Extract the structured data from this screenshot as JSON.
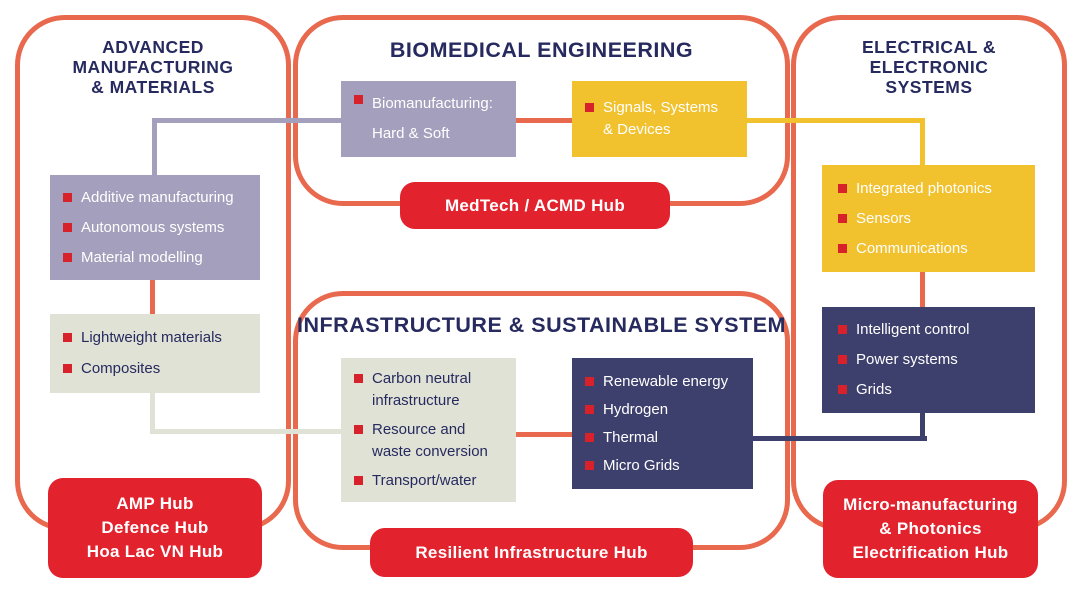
{
  "colors": {
    "coral": "#E8694D",
    "red": "#E2232E",
    "bullet": "#D7222C",
    "yellow": "#F1C12E",
    "purple": "#A39FBC",
    "navy": "#3D3F6C",
    "sage": "#E0E2D6",
    "ink": "#262A5E"
  },
  "left_panel": {
    "title_lines": [
      "ADVANCED",
      "MANUFACTURING",
      "& MATERIALS"
    ],
    "manufacturing_box": {
      "items": [
        "Additive manufacturing",
        "Autonomous systems",
        "Material modelling"
      ]
    },
    "materials_box": {
      "items": [
        "Lightweight materials",
        "Composites"
      ]
    },
    "hub_lines": [
      "AMP Hub",
      "Defence Hub",
      "Hoa Lac VN Hub"
    ]
  },
  "biomedical_panel": {
    "title": "BIOMEDICAL ENGINEERING",
    "biomanufacturing_box": {
      "items": [
        "Biomanufacturing:\nHard & Soft"
      ]
    },
    "signals_box": {
      "items": [
        "Signals, Systems\n& Devices"
      ]
    },
    "hub": "MedTech / ACMD Hub"
  },
  "infrastructure_panel": {
    "title": "INFRASTRUCTURE & SUSTAINABLE SYSTEM",
    "carbon_box": {
      "items": [
        "Carbon neutral\ninfrastructure",
        "Resource and\nwaste conversion",
        "Transport/water"
      ]
    },
    "energy_box": {
      "items": [
        "Renewable energy",
        "Hydrogen",
        "Thermal",
        "Micro Grids"
      ]
    },
    "hub": "Resilient Infrastructure Hub"
  },
  "right_panel": {
    "title_lines": [
      "ELECTRICAL &",
      "ELECTRONIC",
      "SYSTEMS"
    ],
    "photonics_box": {
      "items": [
        "Integrated photonics",
        "Sensors",
        "Communications"
      ]
    },
    "power_box": {
      "items": [
        "Intelligent control",
        "Power systems",
        "Grids"
      ]
    },
    "hub_lines": [
      "Micro-manufacturing",
      "& Photonics",
      "Electrification Hub"
    ]
  }
}
